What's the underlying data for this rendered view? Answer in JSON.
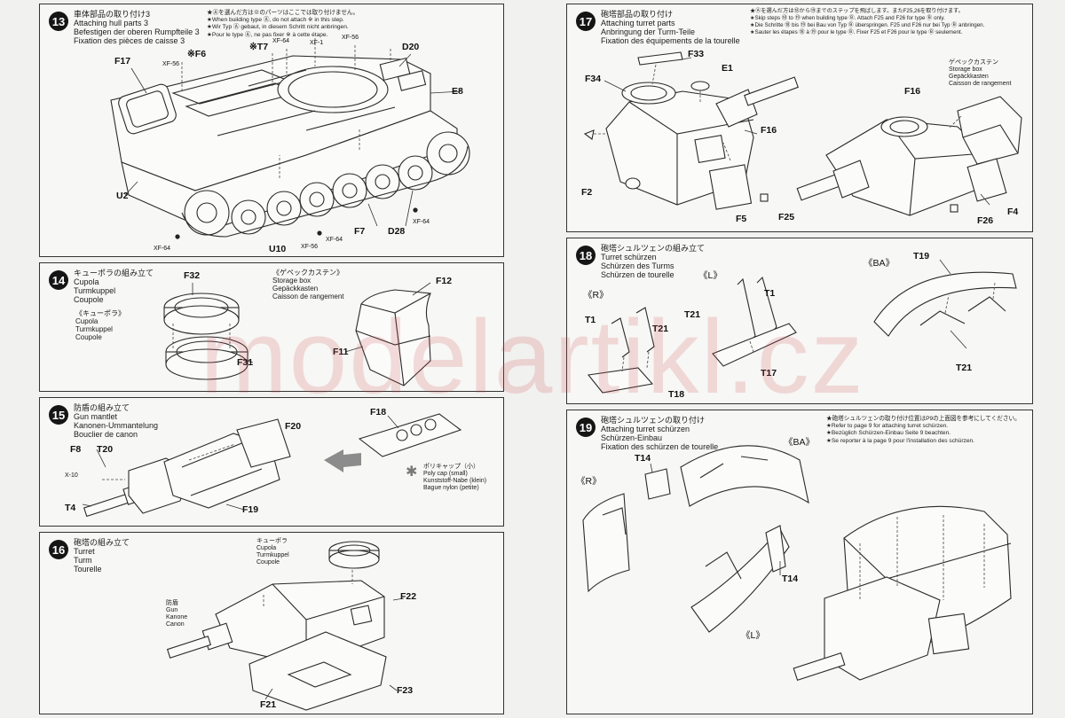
{
  "watermark": "modelartikl.cz",
  "steps": [
    {
      "number": "13",
      "title_jp": "車体部品の取り付け3",
      "title_en": "Attaching hull parts 3",
      "title_de": "Befestigen der oberen Rumpfteile 3",
      "title_fr": "Fixation des pièces de caisse 3",
      "notes": [
        "★Ⓐを選んだ方は※のパーツはここでは取り付けません。",
        "★When building type Ⓐ, do not attach ※ in this step.",
        "★Wir Typ Ⓐ gebaut, in diesem Schritt nicht anbringen.",
        "★Pour le type Ⓐ, ne pas fixer ※ à cette étape."
      ],
      "labels": [
        "F17",
        "XF-56",
        "※F6",
        "※T7",
        "XF-64",
        "XF-1",
        "XF-56",
        "D20",
        "E8",
        "U2",
        "XF-64",
        "U10",
        "XF-56",
        "XF-64",
        "F7",
        "D28",
        "XF-64"
      ]
    },
    {
      "number": "14",
      "title_jp": "キューポラの組み立て",
      "title_en": "Cupola",
      "title_de": "Turmkuppel",
      "title_fr": "Coupole",
      "sub_jp": "《キューポラ》",
      "sub_en": "Cupola",
      "sub_de": "Turmkuppel",
      "sub_fr": "Coupole",
      "box_jp": "《ゲペックカステン》",
      "box_en": "Storage box",
      "box_de": "Gepäckkasten",
      "box_fr": "Caisson de rangement",
      "labels": [
        "F32",
        "F31",
        "F12",
        "F11"
      ]
    },
    {
      "number": "15",
      "title_jp": "防盾の組み立て",
      "title_en": "Gun mantlet",
      "title_de": "Kanonen-Ummantelung",
      "title_fr": "Bouclier de canon",
      "cap_jp": "ポリキャップ（小）",
      "cap_en": "Poly cap (small)",
      "cap_de": "Kunststoff-Nabe (klein)",
      "cap_fr": "Bague nylon (petite)",
      "labels": [
        "F8",
        "T20",
        "X-10",
        "T4",
        "F20",
        "F19",
        "F18"
      ]
    },
    {
      "number": "16",
      "title_jp": "砲塔の組み立て",
      "title_en": "Turret",
      "title_de": "Turm",
      "title_fr": "Tourelle",
      "cupola_jp": "キューポラ",
      "cupola_en": "Cupola",
      "cupola_de": "Turmkuppel",
      "cupola_fr": "Coupole",
      "gun_jp": "防盾",
      "gun_en": "Gun",
      "gun_de": "Kanone",
      "gun_fr": "Canon",
      "labels": [
        "F22",
        "F21",
        "F23"
      ]
    },
    {
      "number": "17",
      "title_jp": "砲塔部品の取り付け",
      "title_en": "Attaching turret parts",
      "title_de": "Anbringung der Turm-Teile",
      "title_fr": "Fixation des équipements de la tourelle",
      "notes": [
        "★Ⓐを選んだ方は⑱から⑲までのステップを飛ばします。またF25,26を取り付けます。",
        "★Skip steps ⑱ to ⑲ when building type Ⓑ. Attach F25 and F26 for type Ⓑ only.",
        "★Die Schritte ⑱ bis ⑲ bei Bau von Typ Ⓑ überspringen. F25 und F26 nur bei Typ Ⓑ anbringen.",
        "★Sauter les étapes ⑱ à ⑲ pour le type Ⓑ. Fixer F25 et F26 pour le type Ⓑ seulement."
      ],
      "box_jp": "ゲペックカステン",
      "box_en": "Storage box",
      "box_de": "Gepäckkasten",
      "box_fr": "Caisson de rangement",
      "labels": [
        "F33",
        "E1",
        "F34",
        "F16",
        "F16",
        "F2",
        "F5",
        "F25",
        "F4",
        "F26"
      ]
    },
    {
      "number": "18",
      "title_jp": "砲塔シュルツェンの組み立て",
      "title_en": "Turret schürzen",
      "title_de": "Schürzen des Turms",
      "title_fr": "Schürzen de tourelle",
      "labels": [
        "《R》",
        "T1",
        "T21",
        "T18",
        "《L》",
        "T1",
        "T21",
        "T17",
        "《BA》",
        "T19",
        "T21"
      ]
    },
    {
      "number": "19",
      "title_jp": "砲塔シュルツェンの取り付け",
      "title_en": "Attaching turret schürzen",
      "title_de": "Schürzen-Einbau",
      "title_fr": "Fixation des schürzen de tourelle",
      "notes": [
        "★砲塔シュルツェンの取り付け位置はP9の上面図を参考にしてください。",
        "★Refer to page 9 for attaching turret schürzen.",
        "★Bezüglich Schürzen-Einbau Seite 9 beachten.",
        "★Se reporter à la page 9 pour l'installation des schürzen."
      ],
      "labels": [
        "T14",
        "《BA》",
        "《R》",
        "T14",
        "《L》"
      ]
    }
  ]
}
